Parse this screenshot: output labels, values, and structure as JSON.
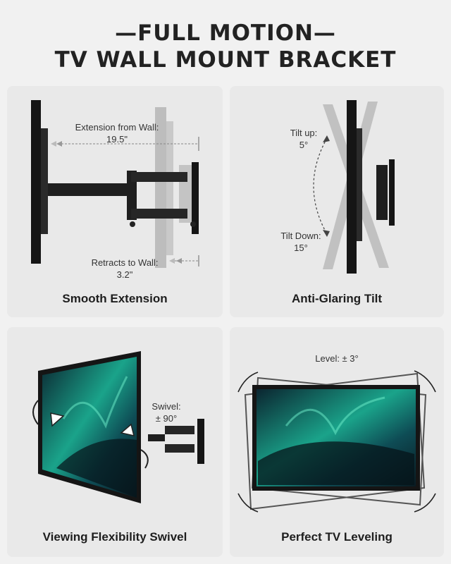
{
  "header": {
    "line1": "—FULL MOTION—",
    "line2": "TV WALL MOUNT BRACKET"
  },
  "panels": [
    {
      "caption": "Smooth Extension",
      "labels": {
        "extension_title": "Extension from Wall:",
        "extension_value": "19.5\"",
        "retract_title": "Retracts to Wall:",
        "retract_value": "3.2\""
      }
    },
    {
      "caption": "Anti-Glaring Tilt",
      "labels": {
        "tilt_up_title": "Tilt up:",
        "tilt_up_value": "5°",
        "tilt_down_title": "Tilt Down:",
        "tilt_down_value": "15°"
      }
    },
    {
      "caption": "Viewing Flexibility Swivel",
      "labels": {
        "swivel_title": "Swivel:",
        "swivel_value": "± 90°"
      }
    },
    {
      "caption": "Perfect TV Leveling",
      "labels": {
        "level_text": "Level:  ± 3°"
      }
    }
  ],
  "colors": {
    "background": "#f1f1f1",
    "card": "#e9e9e9",
    "tv_black": "#151515",
    "ghost_gray": "#b9b9b9",
    "aurora_teal": "#1aa38a"
  }
}
